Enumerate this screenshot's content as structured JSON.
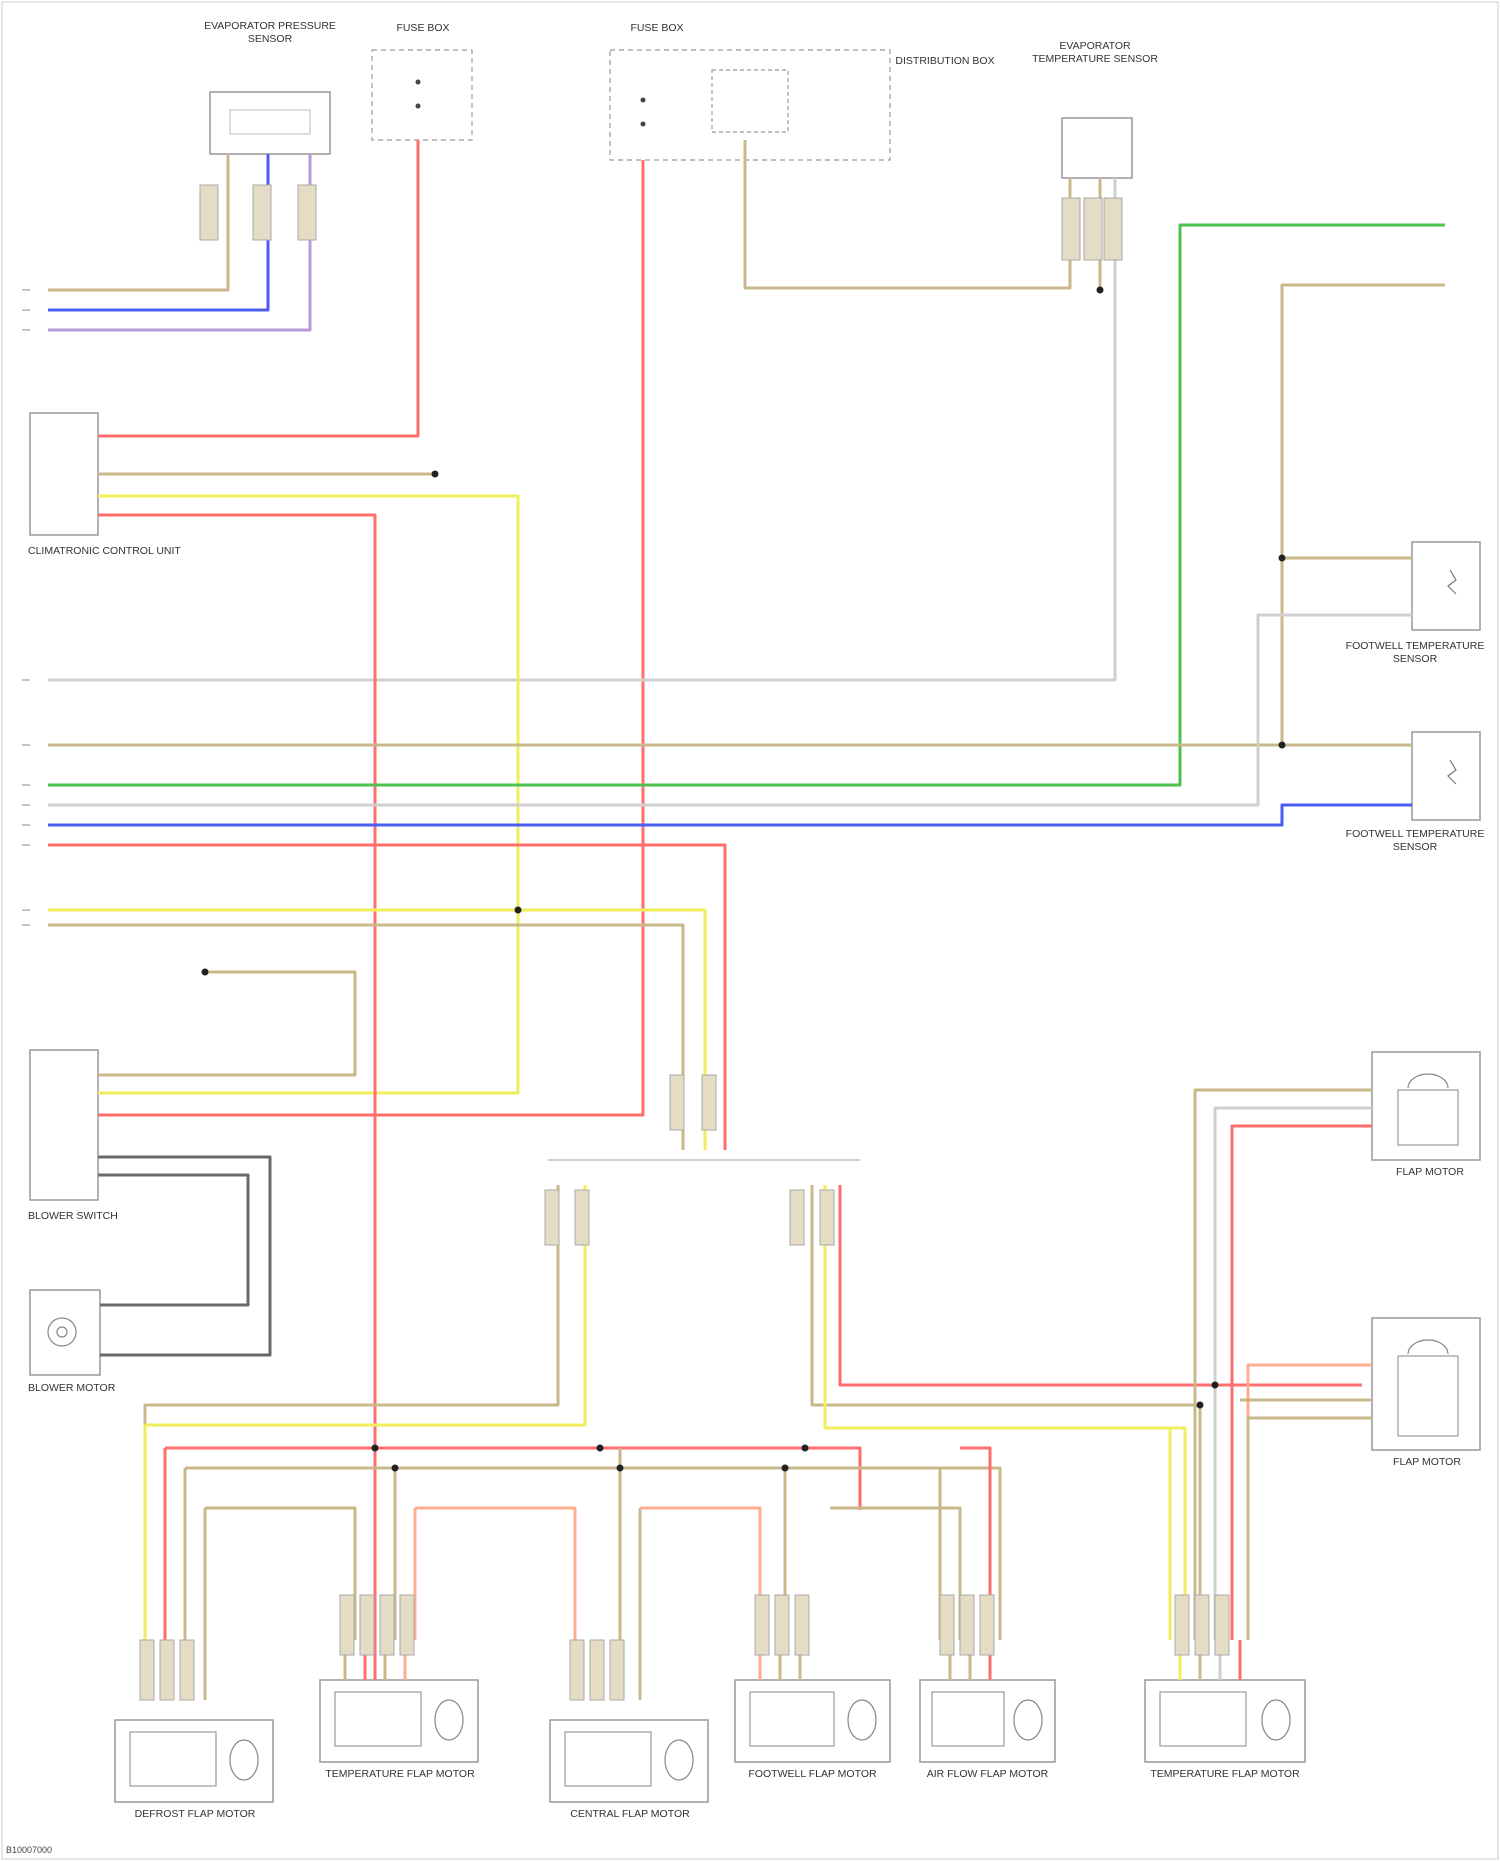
{
  "colors": {
    "red": "#ff6d6d",
    "yellow": "#f0ee5a",
    "green": "#4ec24e",
    "blue": "#4b5cf0",
    "tan": "#c8b88a",
    "gray": "#6a6a6a",
    "violet": "#b79ad6",
    "white_wire": "#cfcfcf",
    "orange": "#ffad90",
    "box_border": "#999999"
  },
  "components": {
    "pressure_sensor": "Evaporator Pressure Sensor",
    "fuse_box_1": "Fuse Box",
    "fuse_box_2": "Fuse Box",
    "distribution_box": "Distribution Box",
    "temp_sensor_top": "Evaporator Temperature Sensor",
    "control_unit": "Climatronic Control Unit",
    "temp_sensor_right_1": "Footwell Temperature Sensor",
    "temp_sensor_right_2": "Footwell Temperature Sensor",
    "blower_switch": "Blower Switch",
    "blower_motor": "Blower Motor",
    "flap_motor_right_1": "Flap Motor",
    "flap_motor_right_2": "Flap Motor",
    "bottom_1": "Defrost Flap Motor",
    "bottom_2": "Temperature Flap Motor",
    "bottom_3": "Central Flap Motor",
    "bottom_4": "Footwell Flap Motor",
    "bottom_5": "Air Flow Flap Motor",
    "bottom_6": "Temperature Flap Motor"
  },
  "footer": "B10007000"
}
